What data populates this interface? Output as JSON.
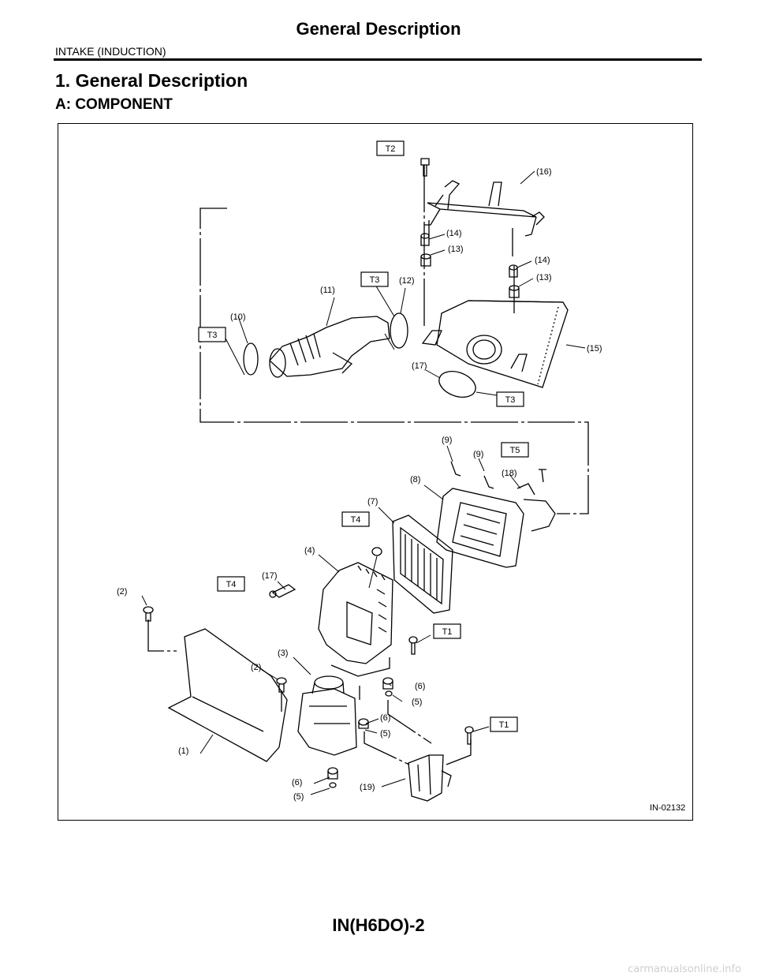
{
  "header": {
    "title": "General Description",
    "subtitle": "INTAKE (INDUCTION)"
  },
  "content": {
    "section_heading": "1.  General Description",
    "subsection_heading": "A:  COMPONENT"
  },
  "figure": {
    "figure_id": "IN-02132",
    "torque_boxes": [
      "T2",
      "T3",
      "T3",
      "T3",
      "T5",
      "T4",
      "T4",
      "T1",
      "T1"
    ],
    "callouts": [
      "(1)",
      "(2)",
      "(2)",
      "(3)",
      "(4)",
      "(5)",
      "(5)",
      "(5)",
      "(6)",
      "(6)",
      "(6)",
      "(7)",
      "(8)",
      "(9)",
      "(9)",
      "(10)",
      "(11)",
      "(12)",
      "(13)",
      "(13)",
      "(14)",
      "(14)",
      "(15)",
      "(16)",
      "(17)",
      "(17)",
      "(18)",
      "(19)"
    ]
  },
  "footer": {
    "page_code": "IN(H6DO)-2",
    "watermark": "carmanualsonline.info"
  }
}
